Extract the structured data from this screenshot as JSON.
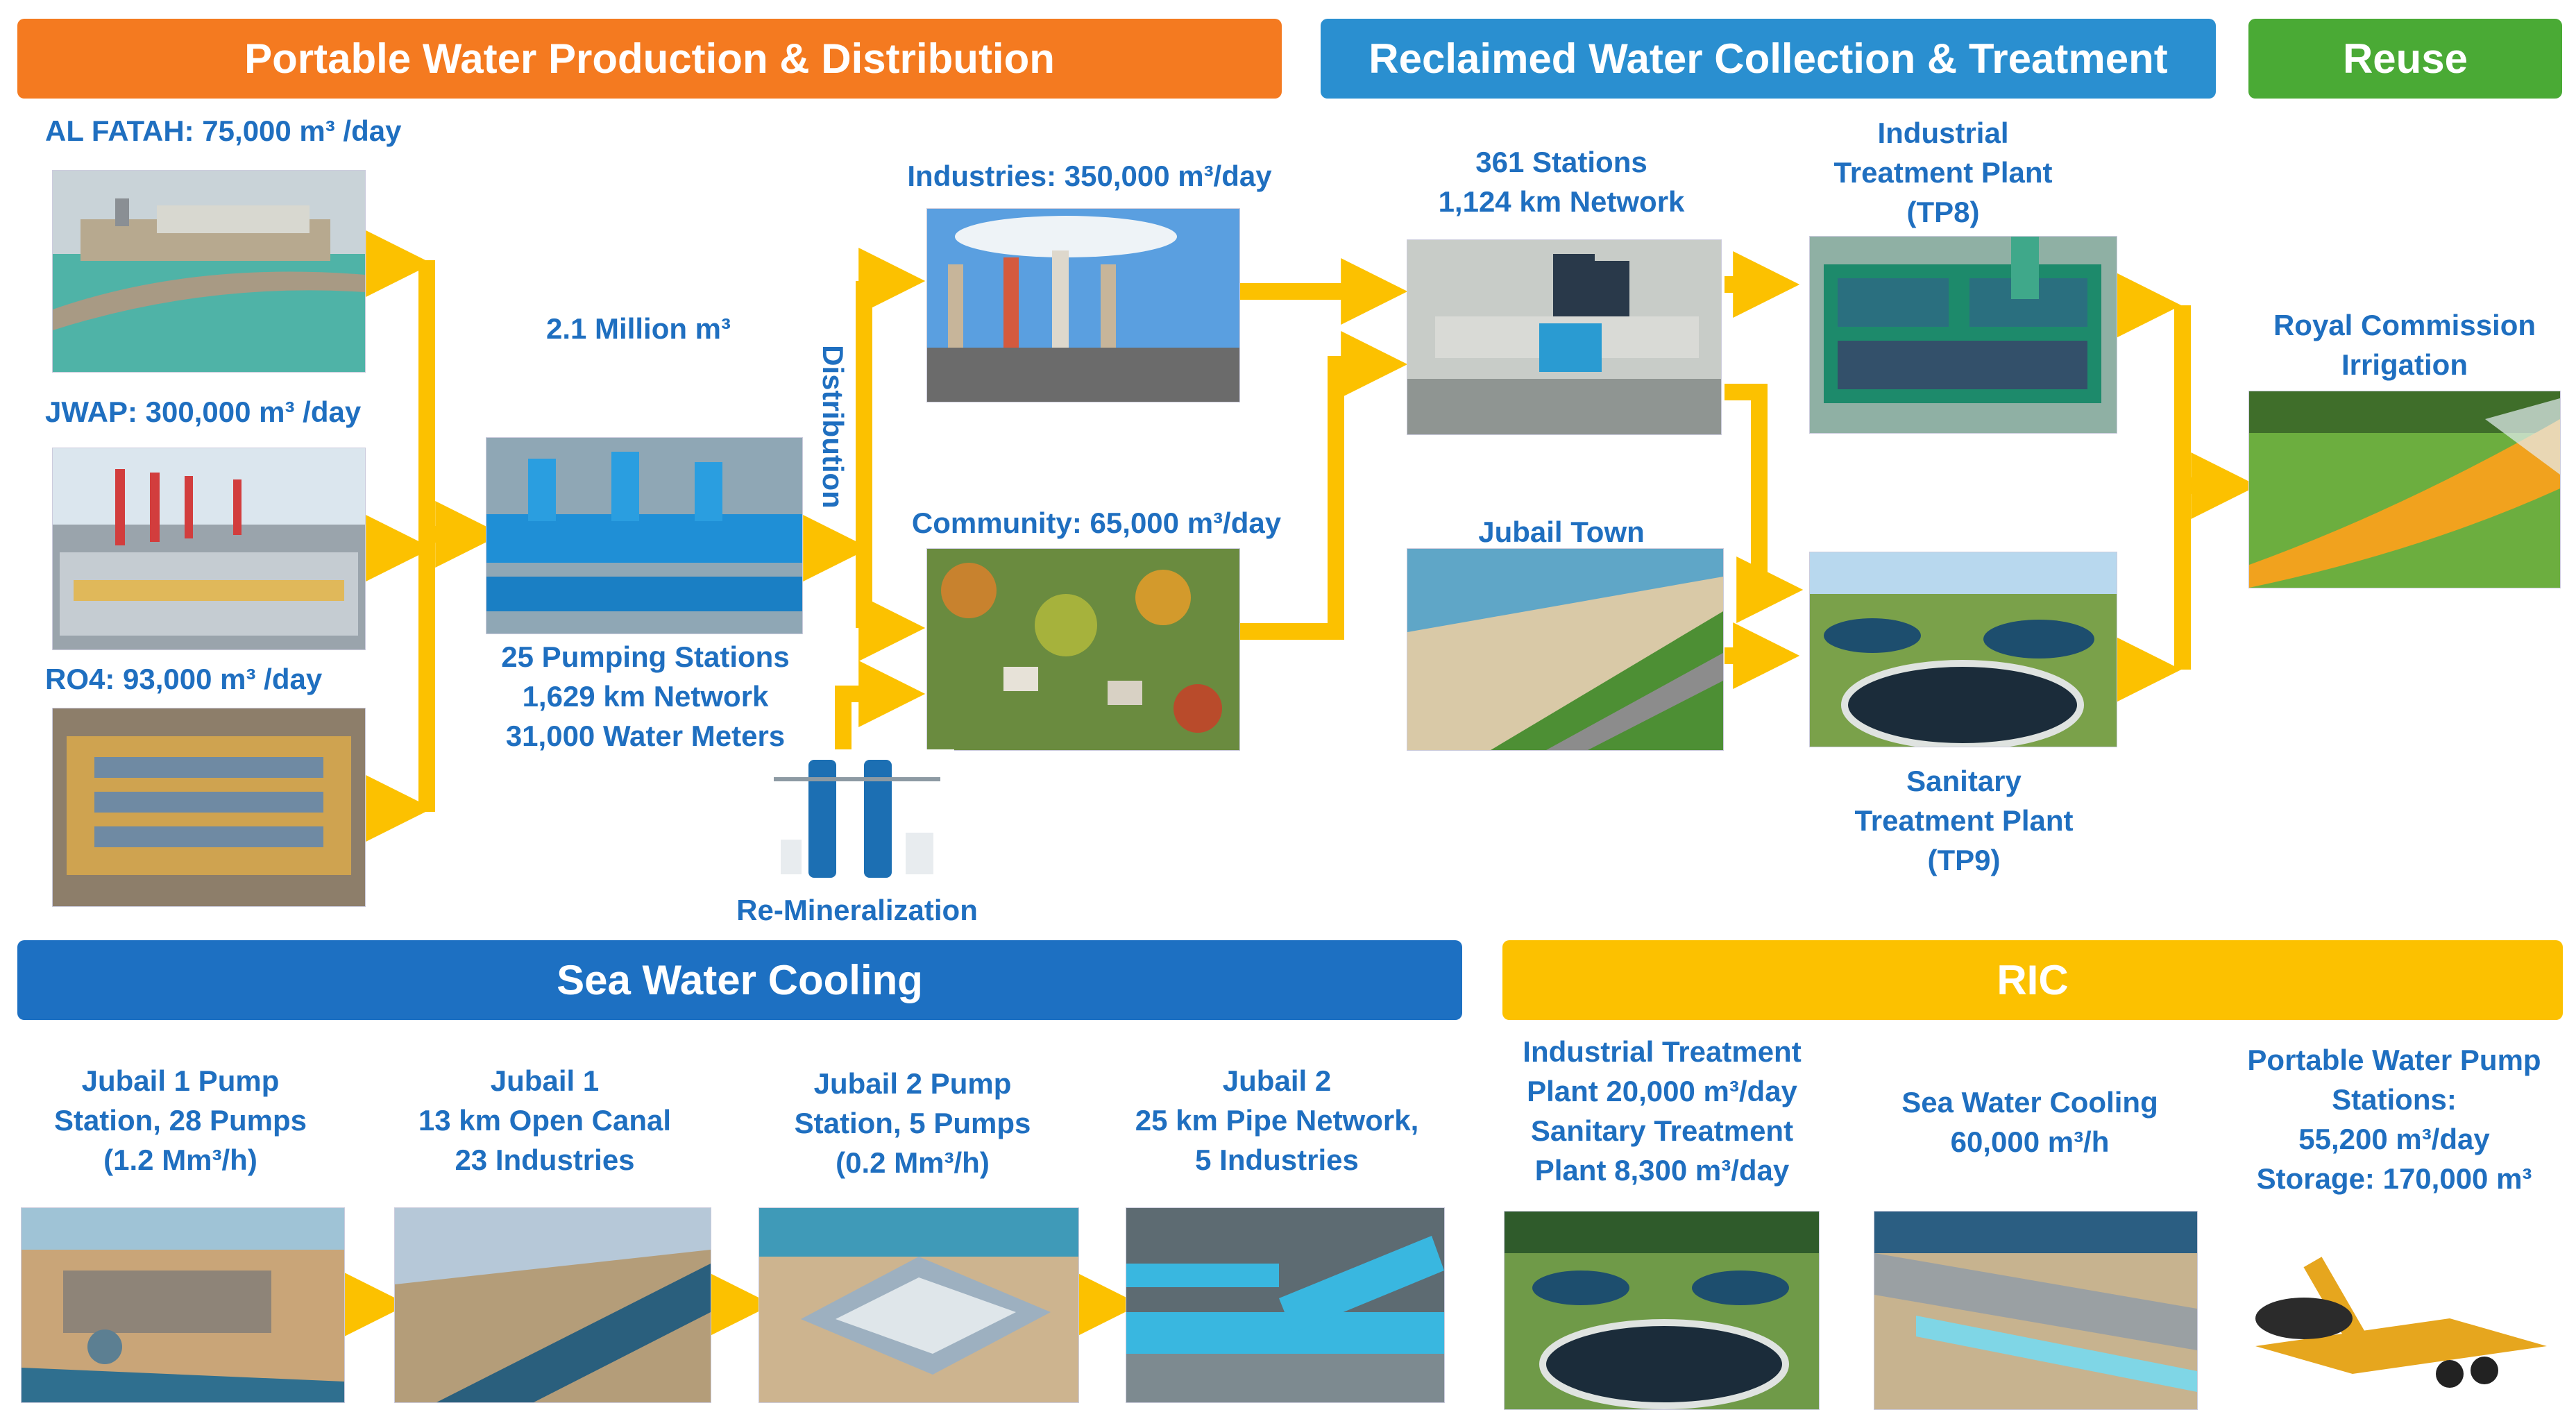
{
  "banners": {
    "potable": "Portable Water Production & Distribution",
    "reclaimed": "Reclaimed Water Collection & Treatment",
    "reuse": "Reuse",
    "seawater": "Sea Water Cooling",
    "ric": "RIC"
  },
  "colors": {
    "orange": "#f47a20",
    "blue": "#2a8fd0",
    "green": "#4aaa35",
    "darkblue": "#1d70c2",
    "yellow": "#fcc100",
    "arrow": "#fcc100",
    "text": "#1f6fc0"
  },
  "sources": {
    "alfatah": "AL FATAH: 75,000 m³ /day",
    "jwap": "JWAP: 300,000 m³ /day",
    "ro4": "RO4: 93,000 m³ /day"
  },
  "storage": "2.1 Million m³",
  "pumping": "25 Pumping Stations\n1,629 km Network\n31,000 Water Meters",
  "distribution": "Distribution",
  "industries": "Industries: 350,000 m³/day",
  "community": "Community: 65,000 m³/day",
  "remineralization": "Re-Mineralization",
  "stations": "361 Stations\n1,124 km Network",
  "jubail_town": "Jubail Town",
  "tp8": "Industrial\nTreatment Plant\n(TP8)",
  "tp9": "Sanitary\nTreatment Plant\n(TP9)",
  "irrigation": "Royal Commission\nIrrigation",
  "seawater_steps": [
    "Jubail 1 Pump\nStation, 28 Pumps\n(1.2 Mm³/h)",
    "Jubail 1\n13 km Open Canal\n23 Industries",
    "Jubail 2 Pump\nStation, 5 Pumps\n(0.2 Mm³/h)",
    "Jubail 2\n25 km Pipe Network,\n5 Industries"
  ],
  "ric_items": [
    "Industrial Treatment\nPlant 20,000 m³/day\nSanitary Treatment\nPlant 8,300 m³/day",
    "Sea Water Cooling\n60,000 m³/h",
    "Portable Water Pump\nStations:\n55,200 m³/day\nStorage: 170,000 m³"
  ],
  "icons": [
    "desalination-plant-photo",
    "power-plant-photo",
    "ro-plant-photo",
    "pumping-station-photo",
    "industry-photo",
    "community-photo",
    "remineralization-photo",
    "lift-station-photo",
    "jubail-town-photo",
    "tp8-photo",
    "tp9-photo",
    "irrigation-photo",
    "pump-station-photo",
    "canal-photo",
    "pipe-network-photo",
    "mobile-pump-photo"
  ]
}
